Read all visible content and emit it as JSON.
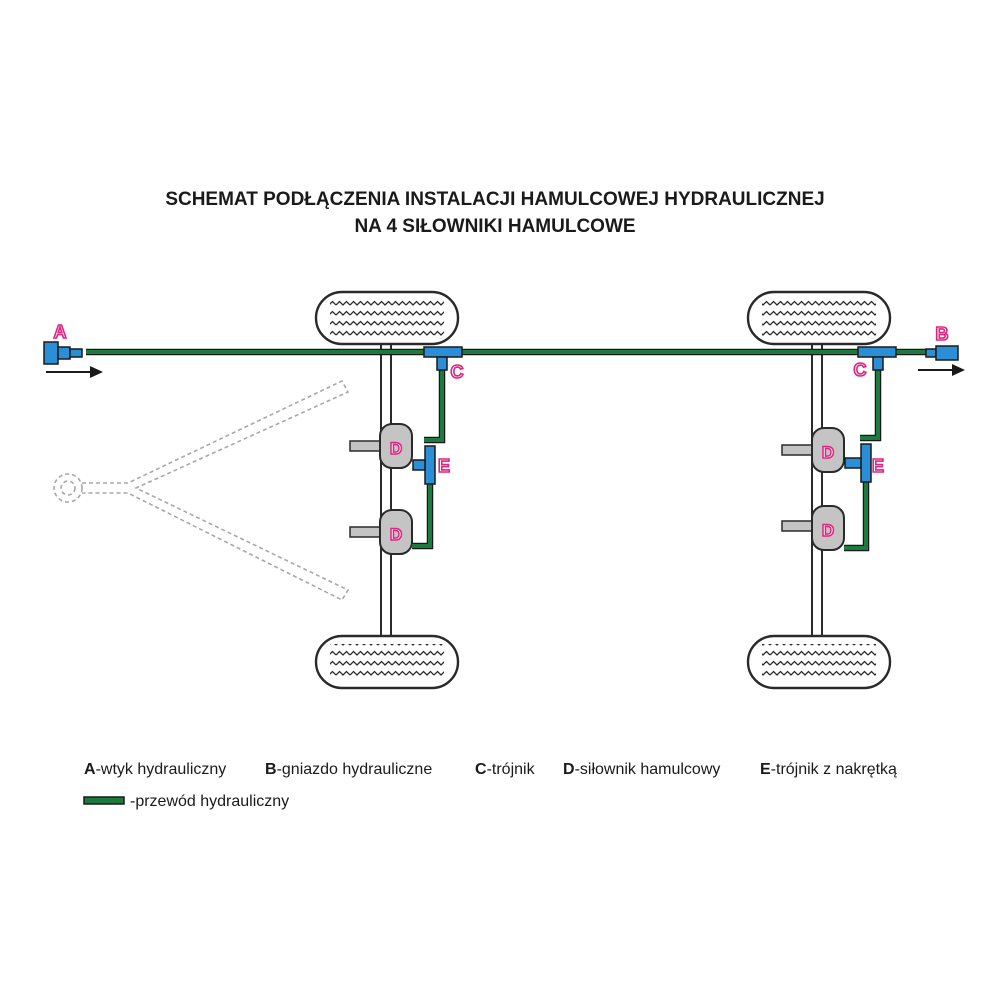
{
  "title": {
    "line1": "SCHEMAT PODŁĄCZENIA INSTALACJI HAMULCOWEJ HYDRAULICZNEJ",
    "line2": "NA 4 SIŁOWNIKI HAMULCOWE"
  },
  "markers": {
    "a": "A",
    "b": "B",
    "c": "C",
    "d": "D",
    "e": "E"
  },
  "legend": {
    "items": [
      {
        "key": "A",
        "text": "-wtyk hydrauliczny"
      },
      {
        "key": "B",
        "text": "-gniazdo hydrauliczne"
      },
      {
        "key": "C",
        "text": "-trójnik"
      },
      {
        "key": "D",
        "text": "-siłownik hamulcowy"
      },
      {
        "key": "E",
        "text": "-trójnik z nakrętką"
      }
    ],
    "line_label": "-przewód hydrauliczny"
  },
  "colors": {
    "hose": "#1c7a3c",
    "fitting": "#2a8fd6",
    "marker": "#e0237f",
    "actuator": "#c4c4c4",
    "frame": "#3a3a3a",
    "drawbar": "#a8a8a8"
  }
}
